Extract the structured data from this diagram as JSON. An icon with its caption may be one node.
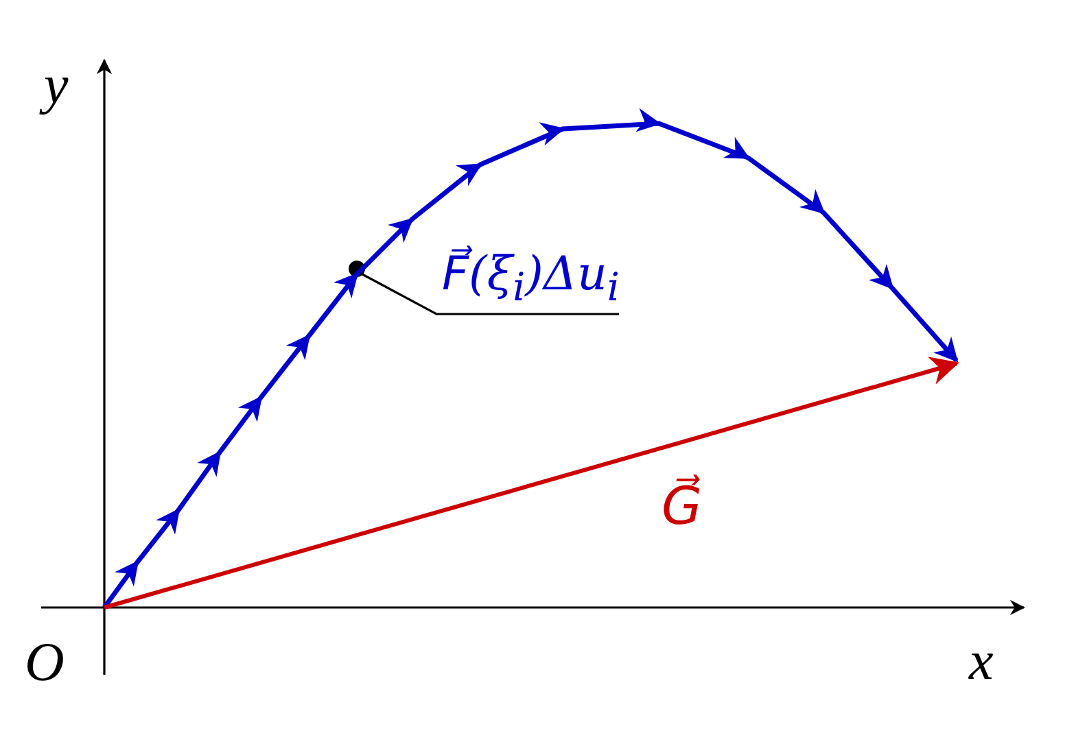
{
  "diagram": {
    "nodes": [
      {
        "text": [
          "O"
        ]
      },
      {
        "text": [
          "F⃗(ξ$_{i}$)Δu$_{i}$"
        ]
      },
      {
        "text": [],
        "shape": "circle"
      }
    ],
    "edges": [
      {
        "from": 0,
        "to": null,
        "arrow": "to",
        "color": "#0000cc"
      },
      {
        "from": 0,
        "to": null,
        "arrow": "to",
        "label": "G⃗",
        "color": "#cc0000"
      },
      {
        "from": 1,
        "to": 2,
        "arrow": "none",
        "color": "#000000"
      }
    ],
    "labels": [
      "y",
      "x"
    ]
  }
}
